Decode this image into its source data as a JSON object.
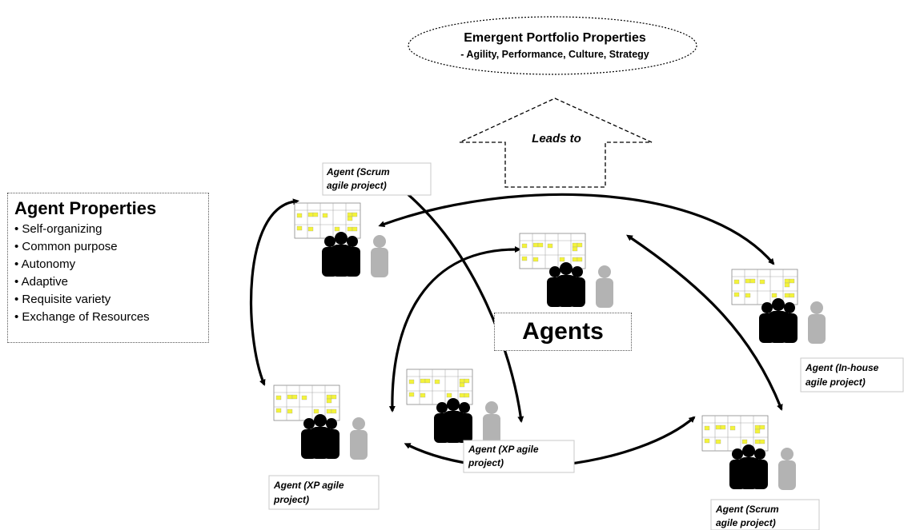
{
  "emergent": {
    "title": "Emergent Portfolio Properties",
    "subtitle": "- Agility, Performance, Culture, Strategy"
  },
  "leads_to": "Leads to",
  "agent_properties": {
    "title": "Agent Properties",
    "items": [
      "Self-organizing",
      "Common purpose",
      "Autonomy",
      "Adaptive",
      "Requisite variety",
      "Exchange of Resources"
    ]
  },
  "agents_label": "Agents",
  "agent_labels": {
    "scrum_top": [
      "Agent (Scrum",
      "agile project)"
    ],
    "xp_left": [
      "Agent (XP agile",
      "project)"
    ],
    "xp_center": [
      "Agent (XP agile",
      "project)"
    ],
    "inhouse": [
      "Agent (In-house",
      "agile project)"
    ],
    "scrum_bottom": [
      "Agent (Scrum",
      "agile project)"
    ]
  },
  "colors": {
    "sticky": "#f3f33a",
    "team_dark": "#000000",
    "team_light": "#b3b3b3"
  }
}
